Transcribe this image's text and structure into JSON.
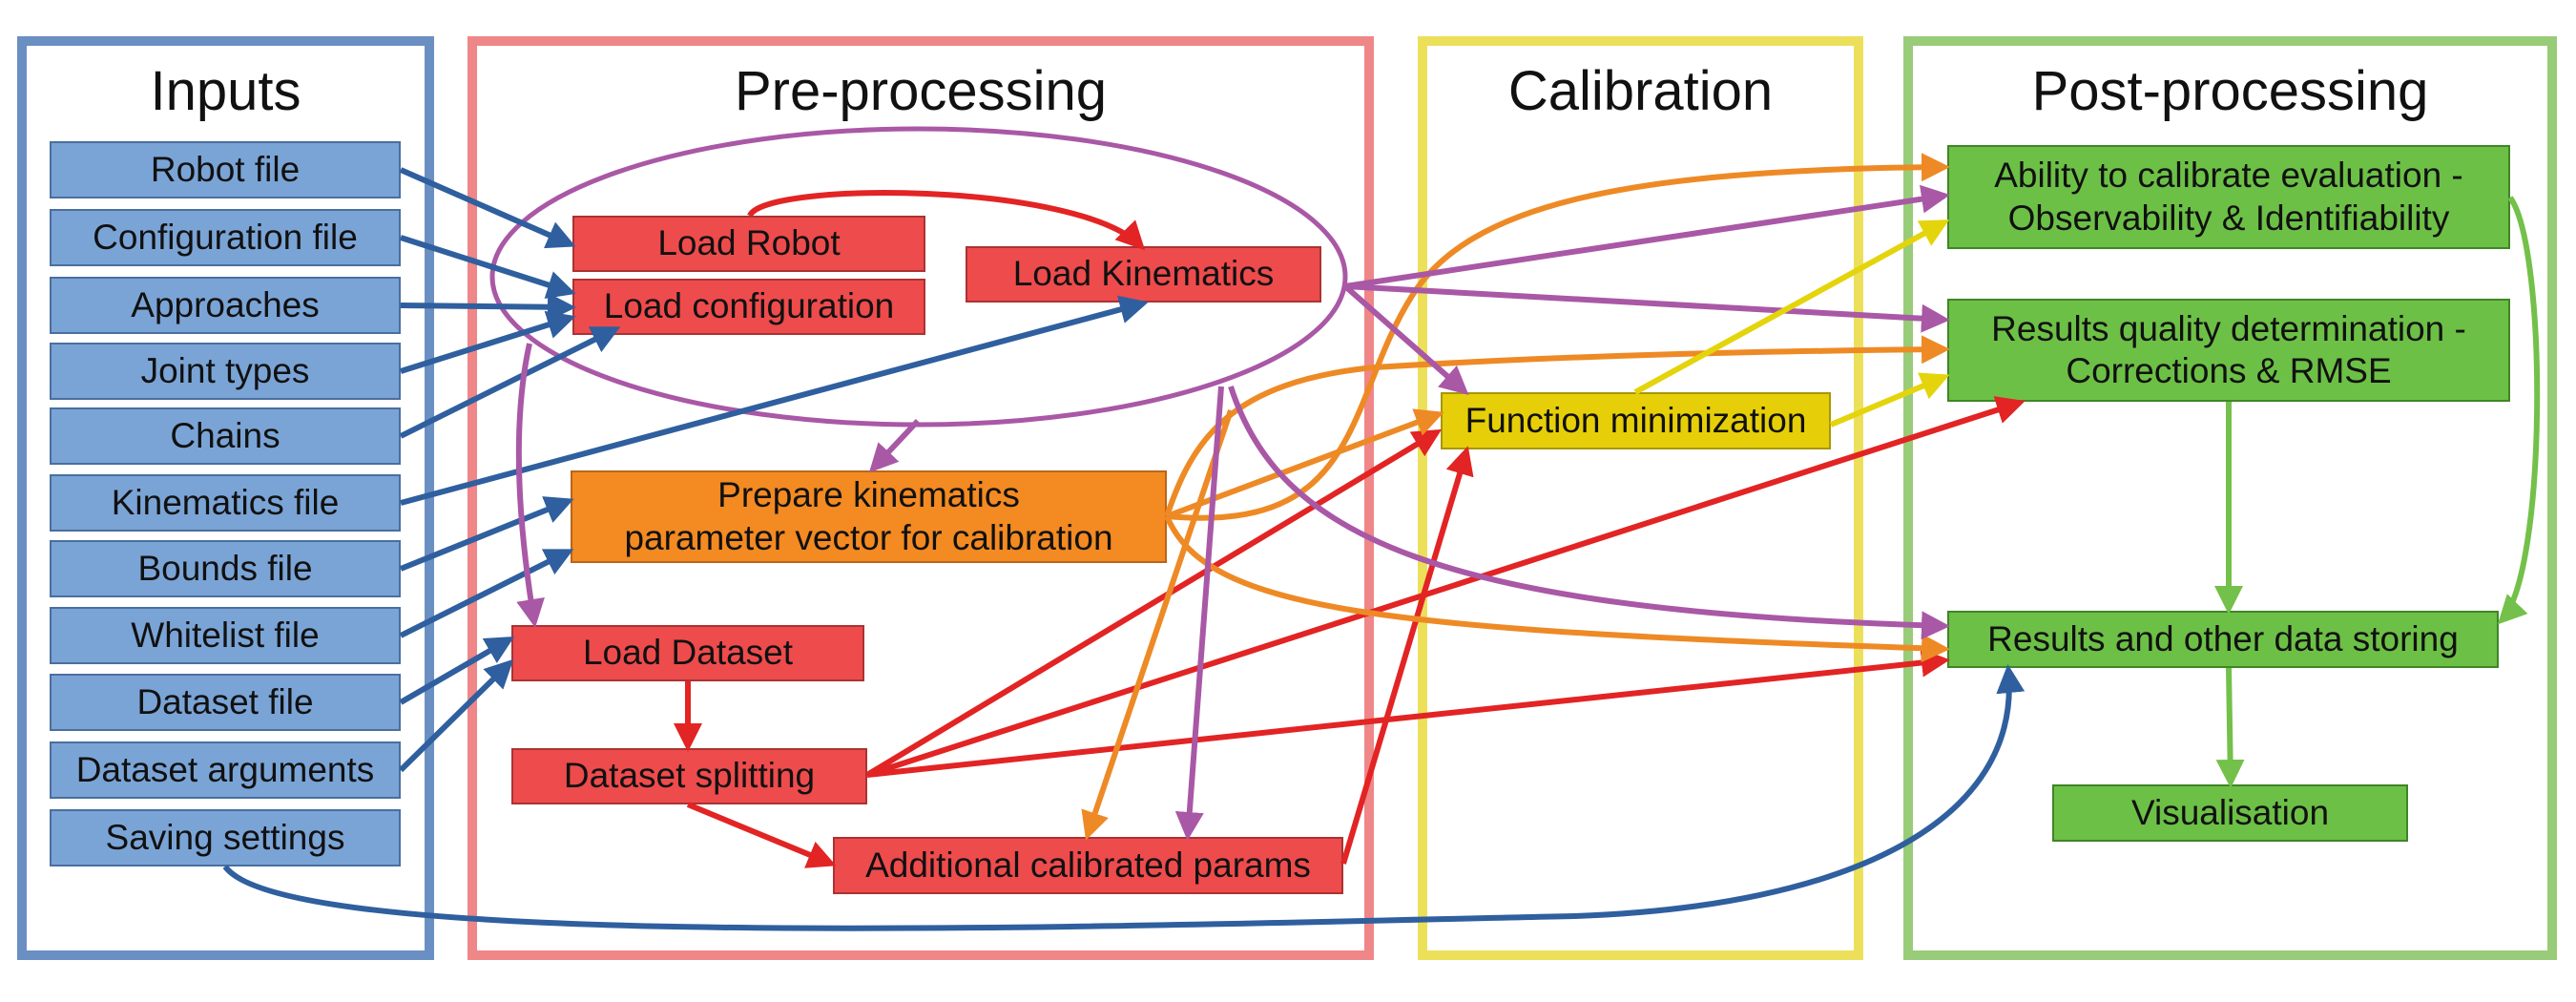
{
  "panels": {
    "inputs": {
      "title": "Inputs",
      "color": "#6a8fc2"
    },
    "preprocessing": {
      "title": "Pre-processing",
      "color": "#ef8688"
    },
    "calibration": {
      "title": "Calibration",
      "color": "#ece05a"
    },
    "postprocessing": {
      "title": "Post-processing",
      "color": "#98cc78"
    }
  },
  "inputs": [
    "Robot file",
    "Configuration file",
    "Approaches",
    "Joint types",
    "Chains",
    "Kinematics file",
    "Bounds file",
    "Whitelist file",
    "Dataset file",
    "Dataset arguments",
    "Saving settings"
  ],
  "preprocessing": {
    "load_robot": "Load Robot",
    "load_configuration": "Load configuration",
    "load_kinematics": "Load Kinematics",
    "prepare": "Prepare kinematics\nparameter vector for calibration",
    "load_dataset": "Load Dataset",
    "dataset_splitting": "Dataset splitting",
    "additional": "Additional calibrated params"
  },
  "calibration": {
    "function_minimization": "Function minimization"
  },
  "postprocessing": {
    "ability": "Ability to calibrate evaluation -\nObservability & Identifiability",
    "quality": "Results quality determination -\nCorrections & RMSE",
    "storing": "Results and other data storing",
    "visualisation": "Visualisation"
  },
  "colors": {
    "blue_arrow": "#2f5f9e",
    "red_arrow": "#e22424",
    "orange_arrow": "#ee8a25",
    "purple_arrow": "#a958a6",
    "yellow_arrow": "#e4d40c",
    "green_arrow": "#73c04a"
  }
}
